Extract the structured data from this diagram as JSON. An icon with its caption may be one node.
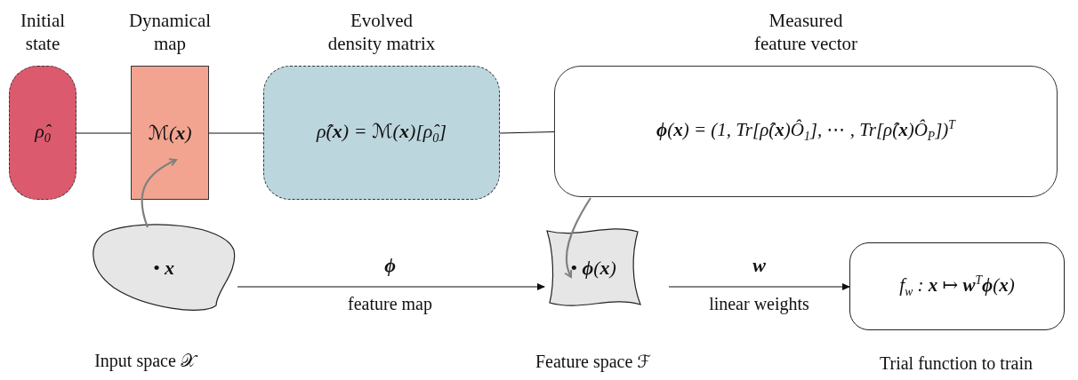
{
  "diagram": {
    "nodes": [
      {
        "text": [
          "Initial state",
          "ρ̂$_{0}$"
        ]
      },
      {
        "text": [
          "Dynamical map",
          "ℳ(**x**)"
        ]
      },
      {
        "text": [
          "Evolved density matrix",
          "ρ̂(**x**) = ℳ(**x**)[ρ̂$_{0}$]"
        ]
      },
      {
        "text": [
          "Measured feature vector",
          "**ϕ**(**x**) = (1, Tr[ρ̂(**x**)Ô$_{1}$], ⋯ , Tr[ρ̂(**x**)Ô$_{P}$])$^{T}$"
        ]
      },
      {
        "text": [
          "• **x**"
        ],
        "beside": [
          "Input space 𝒳"
        ]
      },
      {
        "text": [
          "• **ϕ**(**x**)"
        ],
        "beside": [
          "Feature space ℱ"
        ]
      },
      {
        "text": [
          "f$_{w}$ :  **x** ↦ **w**$^{T}$**ϕ**(**x**)"
        ],
        "beside": [
          "Trial function to train"
        ]
      }
    ],
    "edges": [
      {
        "from": 0,
        "to": 1,
        "arrow": "none"
      },
      {
        "from": 1,
        "to": 2,
        "arrow": "none"
      },
      {
        "from": 2,
        "to": 3,
        "arrow": "none"
      },
      {
        "from": 4,
        "to": 5,
        "arrow": "to",
        "label": "**ϕ**"
      },
      {
        "from": 5,
        "to": 6,
        "arrow": "to",
        "label": "**w**"
      },
      {
        "from": 4,
        "to": 1,
        "arrow": "to",
        "color": "#808080"
      },
      {
        "from": 3,
        "to": 5,
        "arrow": "to",
        "color": "#808080"
      }
    ],
    "labels": [
      "feature map",
      "linear weights"
    ]
  }
}
